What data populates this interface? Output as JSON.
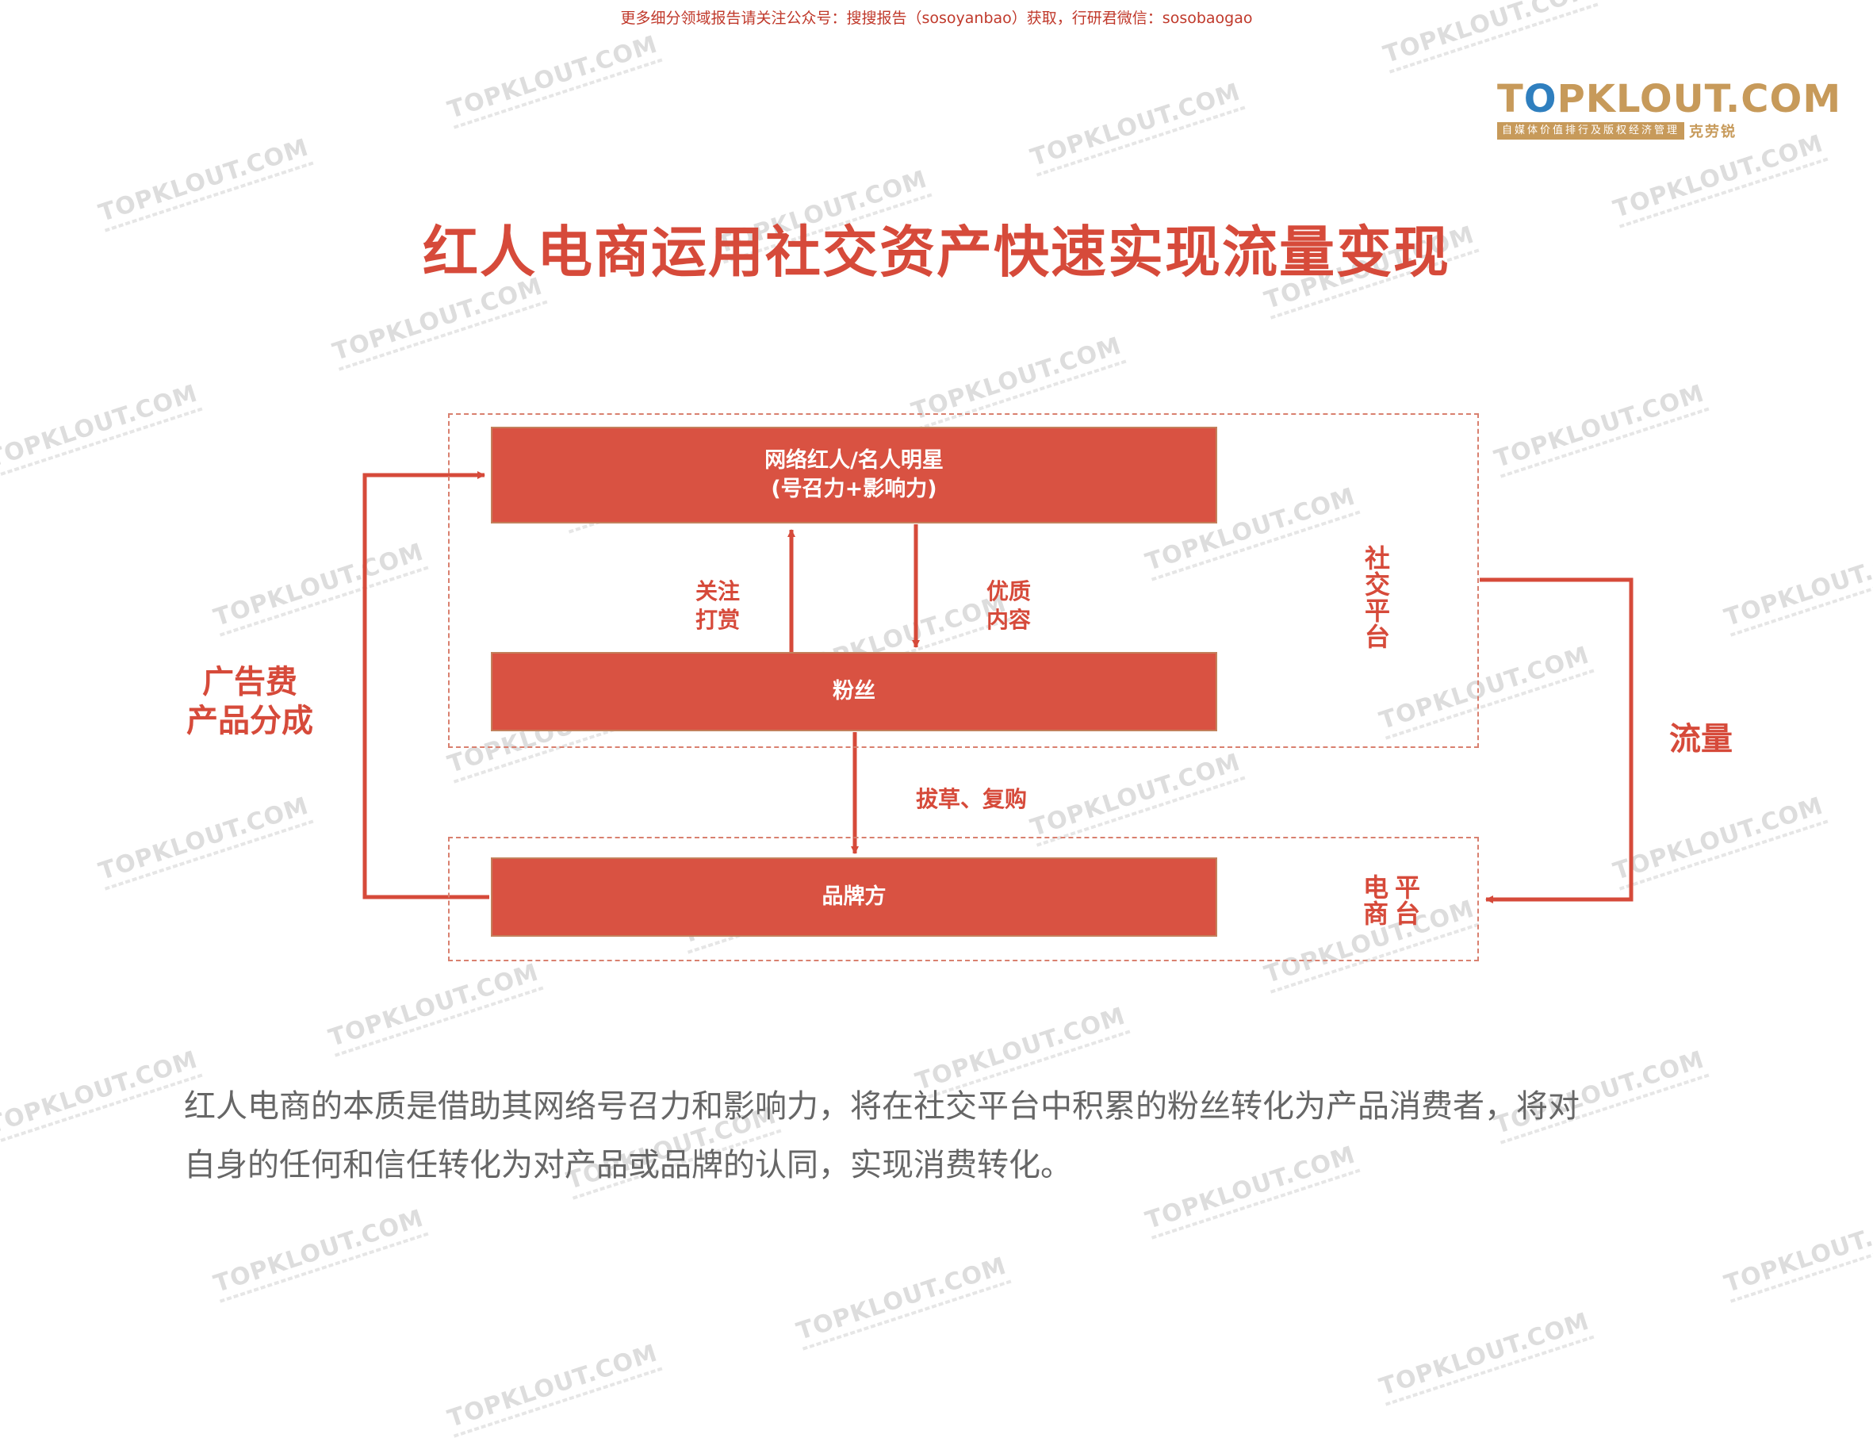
{
  "header": {
    "top_note": "更多细分领域报告请关注公众号：搜搜报告（sosoyanbao）获取，行研君微信：sosobaogao",
    "logo_text_a": "T",
    "logo_text_o": "O",
    "logo_text_b": "PKLOUT.COM",
    "logo_slogan": "自媒体价值排行及版权经济管理",
    "logo_cn": "克劳锐",
    "watermark": "TOPKLOUT.COM"
  },
  "title": "红人电商运用社交资产快速实现流量变现",
  "diagram": {
    "influencer_line1": "网络红人/名人明星",
    "influencer_line2": "(号召力+影响力)",
    "fans": "粉丝",
    "brand": "品牌方",
    "follow_reward_line1": "关注",
    "follow_reward_line2": "打赏",
    "quality_content_line1": "优质",
    "quality_content_line2": "内容",
    "grass_repurchase": "拔草、复购",
    "social_platform": "社交平台",
    "ecommerce_platform_col1": "电商",
    "ecommerce_platform_col2": "平台",
    "ad_fee_line1": "广告费",
    "ad_fee_line2": "产品分成",
    "traffic": "流量"
  },
  "description_line1": "红人电商的本质是借助其网络号召力和影响力，将在社交平台中积累的粉丝转化为产品消费者，将对",
  "description_line2": "自身的任何和信任转化为对产品或品牌的认同，实现消费转化。",
  "colors": {
    "accent_red": "#d64a3a",
    "box_fill": "#d95242",
    "logo_gold": "#c79a5a",
    "logo_blue": "#2f7fbf",
    "text_gray": "#666666"
  }
}
